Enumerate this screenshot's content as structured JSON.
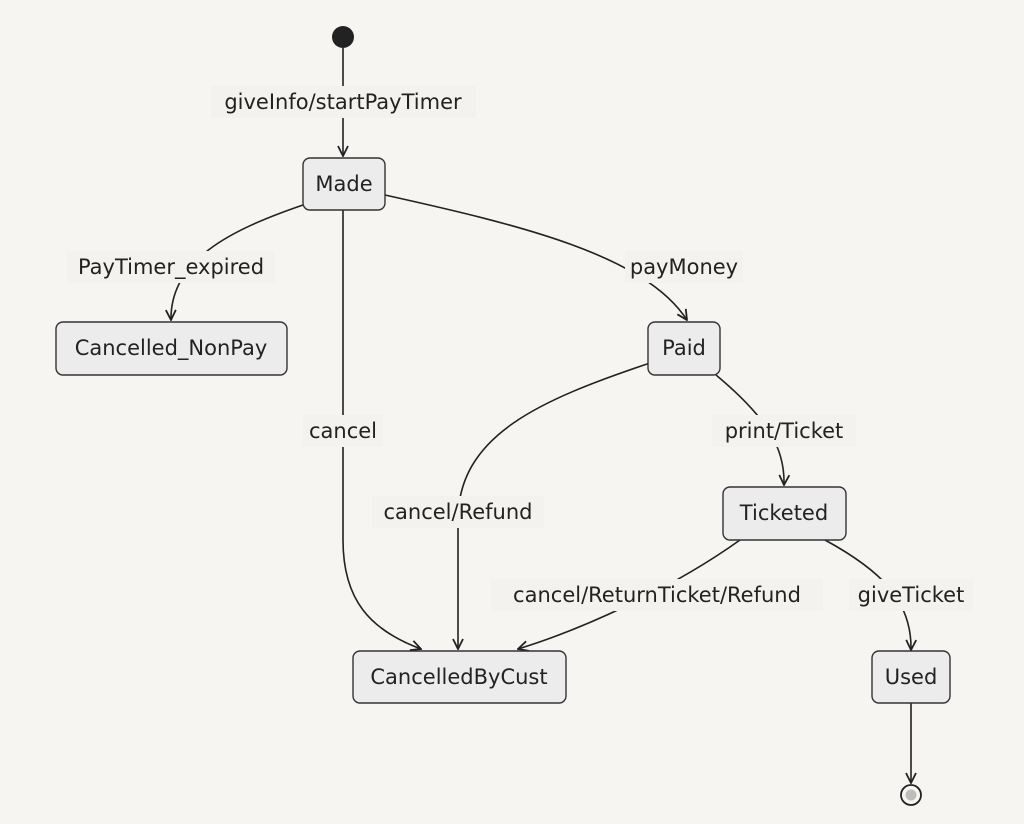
{
  "states": {
    "made": "Made",
    "cancelled_nonpay": "Cancelled_NonPay",
    "paid": "Paid",
    "ticketed": "Ticketed",
    "cancelled_by_cust": "CancelledByCust",
    "used": "Used"
  },
  "transitions": {
    "start_to_made": "giveInfo/startPayTimer",
    "made_to_cancelled_nonpay": "PayTimer_expired",
    "made_to_paid": "payMoney",
    "made_to_cancelled_by_cust": "cancel",
    "paid_to_cancelled_by_cust": "cancel/Refund",
    "paid_to_ticketed": "print/Ticket",
    "ticketed_to_cancelled_by_cust": "cancel/ReturnTicket/Refund",
    "ticketed_to_used": "giveTicket"
  },
  "colors": {
    "background": "#f6f5f2",
    "state_fill": "#ececec",
    "stroke": "#222222"
  }
}
